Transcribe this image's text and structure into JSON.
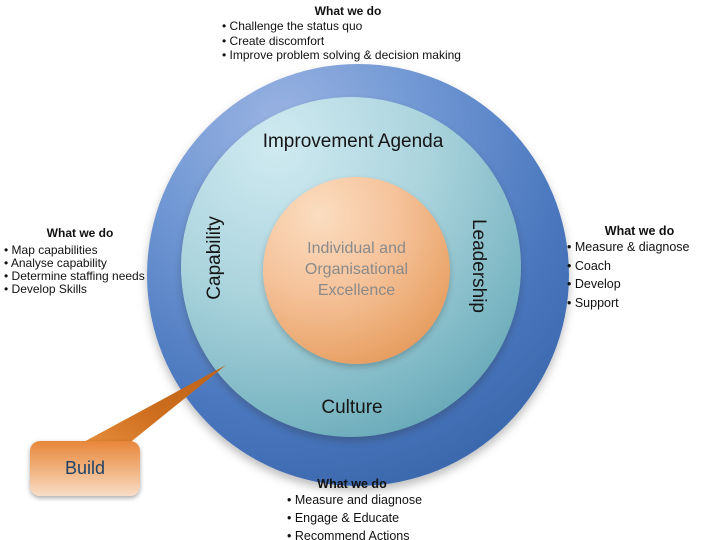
{
  "diagram": {
    "center_circle": {
      "label": "Individual and\nOrganisational\nExcellence"
    },
    "rings": {
      "top_label": "Improvement Agenda",
      "left_label": "Capability",
      "right_label": "Leadership",
      "bottom_label": "Culture"
    },
    "callout": {
      "label": "Build"
    },
    "groups": {
      "top": {
        "heading": "What we do",
        "items": [
          "Challenge the status quo",
          "Create discomfort",
          "Improve problem solving & decision making"
        ]
      },
      "left": {
        "heading": "What we do",
        "items": [
          "Map capabilities",
          "Analyse capability",
          "Determine staffing needs",
          "Develop Skills"
        ]
      },
      "right": {
        "heading": "What we do",
        "items": [
          "Measure & diagnose",
          "Coach",
          "Develop",
          "Support"
        ]
      },
      "bottom": {
        "heading": "What we do",
        "items": [
          "Measure and diagnose",
          "Engage & Educate",
          "Recommend Actions"
        ]
      }
    },
    "colors": {
      "outer_ring_light": "#9AB3E2",
      "outer_ring_dark": "#2F5C9F",
      "middle_ring_light": "#D0EAF1",
      "middle_ring_dark": "#4F97A9",
      "inner_circle_light": "#FBDDC0",
      "inner_circle_dark": "#DD8847",
      "callout_top": "#E8863B",
      "callout_bottom": "#F8DDC6",
      "callout_text": "#1F4468",
      "center_text": "#8A8A8A"
    }
  }
}
